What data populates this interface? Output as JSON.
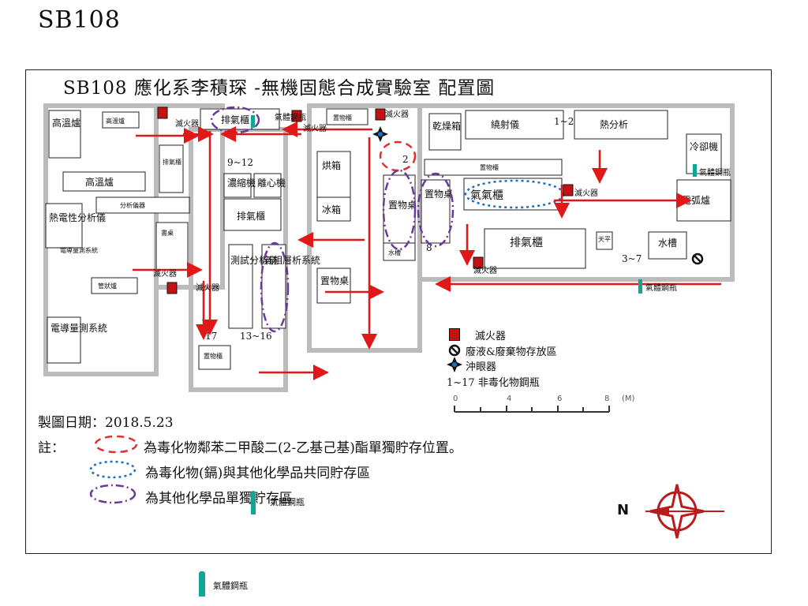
{
  "slide_title": "SB108",
  "plan_title": "SB108 應化系李積琛 -無機固態合成實驗室 配置圖",
  "rooms": {
    "high_temp_furnace_1": "高溫爐",
    "high_temp_furnace_small_1": "高溫爐",
    "high_temp_furnace_2": "高溫爐",
    "exhaust_cab_left": "排氣櫃",
    "exhaust_cab_top": "排氣櫃",
    "thermal_analyzer": "熱電性分析儀",
    "analysis_instrument": "分析儀器",
    "bookshelf": "書桌",
    "tube_furnace": "管狀爐",
    "conductivity_system": "電導量測系統",
    "cond_sys_left": "電導量測系統",
    "concentrator": "濃縮機",
    "centrifuge": "離心機",
    "exhaust_cab_mid": "排氣櫃",
    "test_analyzer": "測試分析儀",
    "gc_system": "氣相層析系統",
    "storage_top": "置物櫃",
    "oven": "烘箱",
    "ice_box": "冰箱",
    "storage_desk_1": "置物桌",
    "storage_desk_2": "置物桌",
    "storage_desk_3": "置物桌",
    "sink_1": "水槽",
    "sink_2": "水槽",
    "storage_bottom": "置物櫃",
    "dryer": "乾燥箱",
    "xrd": "繞射儀",
    "thermal_analysis": "熱分析",
    "storage_right": "置物櫃",
    "gas_cabinet": "氣氣櫃",
    "exhaust_cab_right": "排氣櫃",
    "cooler": "冷卻機",
    "arc_furnace": "電弧爐",
    "small_box": "天平"
  },
  "numbers": {
    "n9_12": "9~12",
    "n1_2": "1~2",
    "n2": "2",
    "n8": "8",
    "n3_7": "3~7",
    "n17": "17",
    "n13_16": "13~16"
  },
  "extinguisher_label": "滅火器",
  "cylinder_label": "氣體鋼瓶",
  "legend": {
    "extinguisher": "滅火器",
    "waste": "廢液&廢棄物存放區",
    "eyewash": "沖眼器",
    "cylinders": "1~17 非毒化物鋼瓶",
    "scale_ticks": [
      "0",
      "4",
      "6",
      "8",
      "(M)"
    ]
  },
  "notes": {
    "date": "製圖日期：2018.5.23",
    "prefix": "註：",
    "red_note": "為毒化物鄰苯二甲酸二(2-乙基己基)酯單獨貯存位置。",
    "blue_note": "為毒化物(鎘)與其他化學品共同貯存區",
    "purple_note": "為其他化學品單獨貯存區"
  },
  "north": "N",
  "colors": {
    "arrow": "#e01818",
    "extinguisher": "#c41212",
    "cylinder": "#13a593",
    "red_zone": "#e03030",
    "blue_zone": "#1a6fc2",
    "purple_zone": "#6a3a9a",
    "compass": "#b81c1c"
  }
}
